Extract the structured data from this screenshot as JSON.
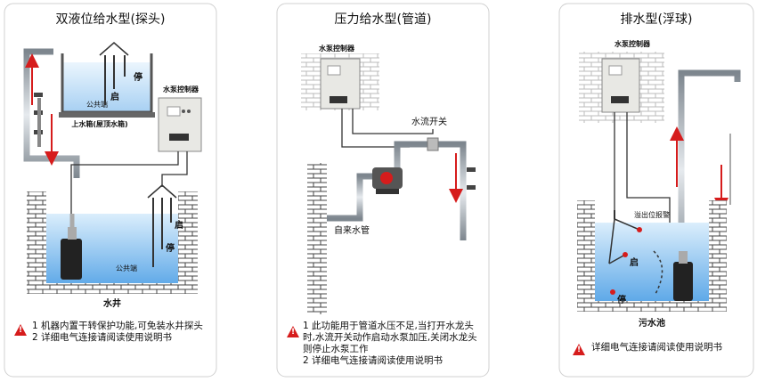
{
  "panel1": {
    "title": "双液位给水型(探头)",
    "common_end_top": "公共端",
    "tank_label": "上水箱(屋顶水箱)",
    "stop": "停",
    "start": "启",
    "controller": "水泵控制器",
    "stop2": "停",
    "start2": "启",
    "common_end_well": "公共端",
    "well_label": "水井",
    "notes": [
      {
        "num": "1",
        "text": "机器内置干转保护功能,可免装水井探头"
      },
      {
        "num": "2",
        "text": "详细电气连接请阅读使用说明书"
      }
    ]
  },
  "panel2": {
    "title": "压力给水型(管道)",
    "controller": "水泵控制器",
    "flow_switch": "水流开关",
    "tap_pipe": "自来水管",
    "notes": [
      {
        "num": "1",
        "text": "此功能用于管道水压不足,当打开水龙头时,水流开关动作启动水泵加压,关闭水龙头则停止水泵工作"
      },
      {
        "num": "2",
        "text": "详细电气连接请阅读使用说明书"
      }
    ]
  },
  "panel3": {
    "title": "排水型(浮球)",
    "controller": "水泵控制器",
    "overflow_alarm": "溢出位报警",
    "start": "启",
    "stop": "停",
    "pool_label": "污水池",
    "notes": [
      {
        "num": "",
        "text": "详细电气连接请阅读使用说明书"
      }
    ]
  },
  "colors": {
    "water": "#a9d3f5",
    "pipe": "#9aa3ab",
    "arrow": "#d61c1c",
    "brick": "#ffffff"
  }
}
